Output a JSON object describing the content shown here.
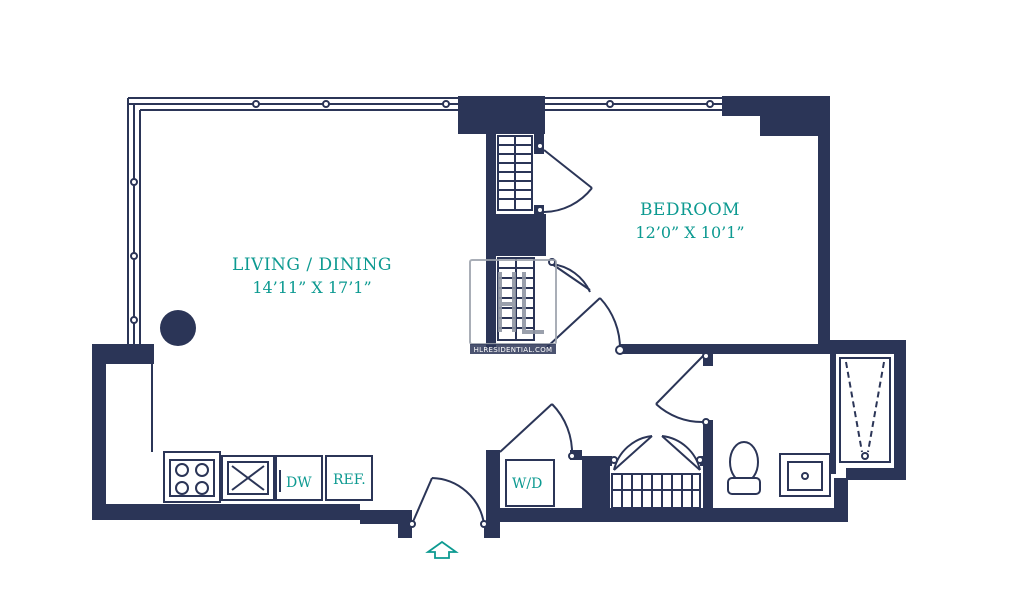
{
  "rooms": {
    "living": {
      "name": "LIVING / DINING",
      "dims": "14’11” X 17’1”"
    },
    "bedroom": {
      "name": "BEDROOM",
      "dims": "12’0” X 10’1”"
    }
  },
  "fixtures": {
    "dishwasher": "DW",
    "refrigerator": "REF.",
    "washer_dryer": "W/D"
  },
  "watermark": {
    "logo": "HL",
    "text": "HLRESIDENTIAL.COM"
  },
  "icons": {
    "entry": "up-arrow-icon"
  },
  "colors": {
    "wall": "#2b3557",
    "label": "#0d9a91",
    "entry_arrow": "#0d9a91"
  }
}
